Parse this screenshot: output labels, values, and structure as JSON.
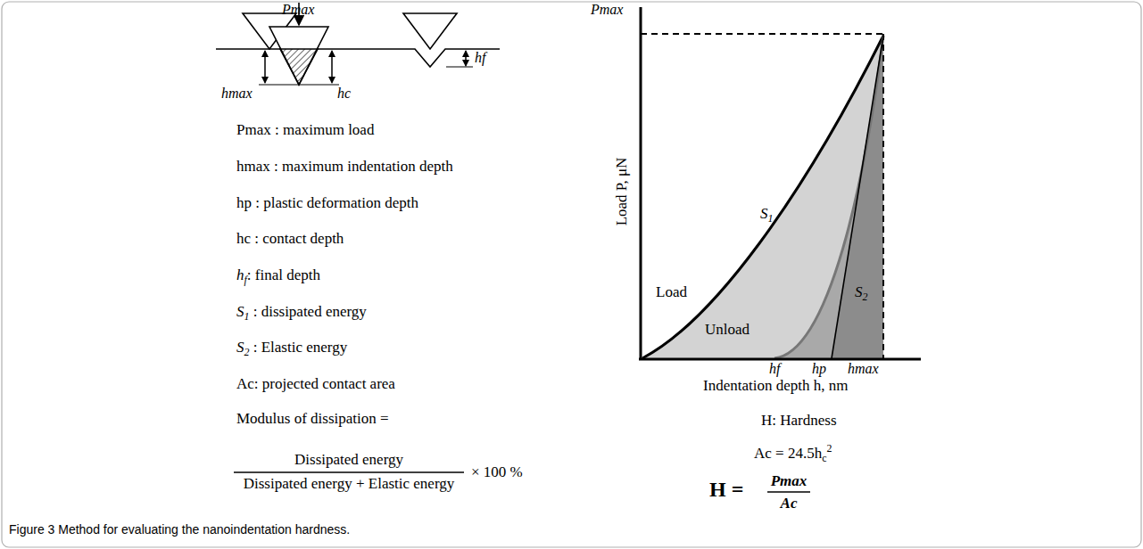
{
  "diagram": {
    "caption": "Figure 3 Method for evaluating the nanoindentation hardness.",
    "labels": [
      "Pmax",
      "hmax",
      "hc",
      "hf",
      "Pmax : maximum load",
      "hmax : maximum indentation depth",
      "hp : plastic deformation depth",
      "hc : contact depth",
      "h",
      "f",
      ": final depth",
      "S",
      "1",
      " : dissipated energy",
      "S",
      "2",
      " : Elastic energy",
      "Ac: projected contact area",
      "Modulus of dissipation =",
      "Dissipated energy",
      "Dissipated energy + Elastic energy",
      "× 100 %",
      "Pmax",
      "Load P, μN",
      "Load",
      "S",
      "1",
      "Unload",
      "S",
      "2",
      "hf",
      "hp",
      "hmax",
      "Indentation depth h, nm",
      "H: Hardness",
      "Ac = 24.5h",
      "c",
      "2",
      "H =",
      "Pmax",
      "Ac"
    ]
  }
}
